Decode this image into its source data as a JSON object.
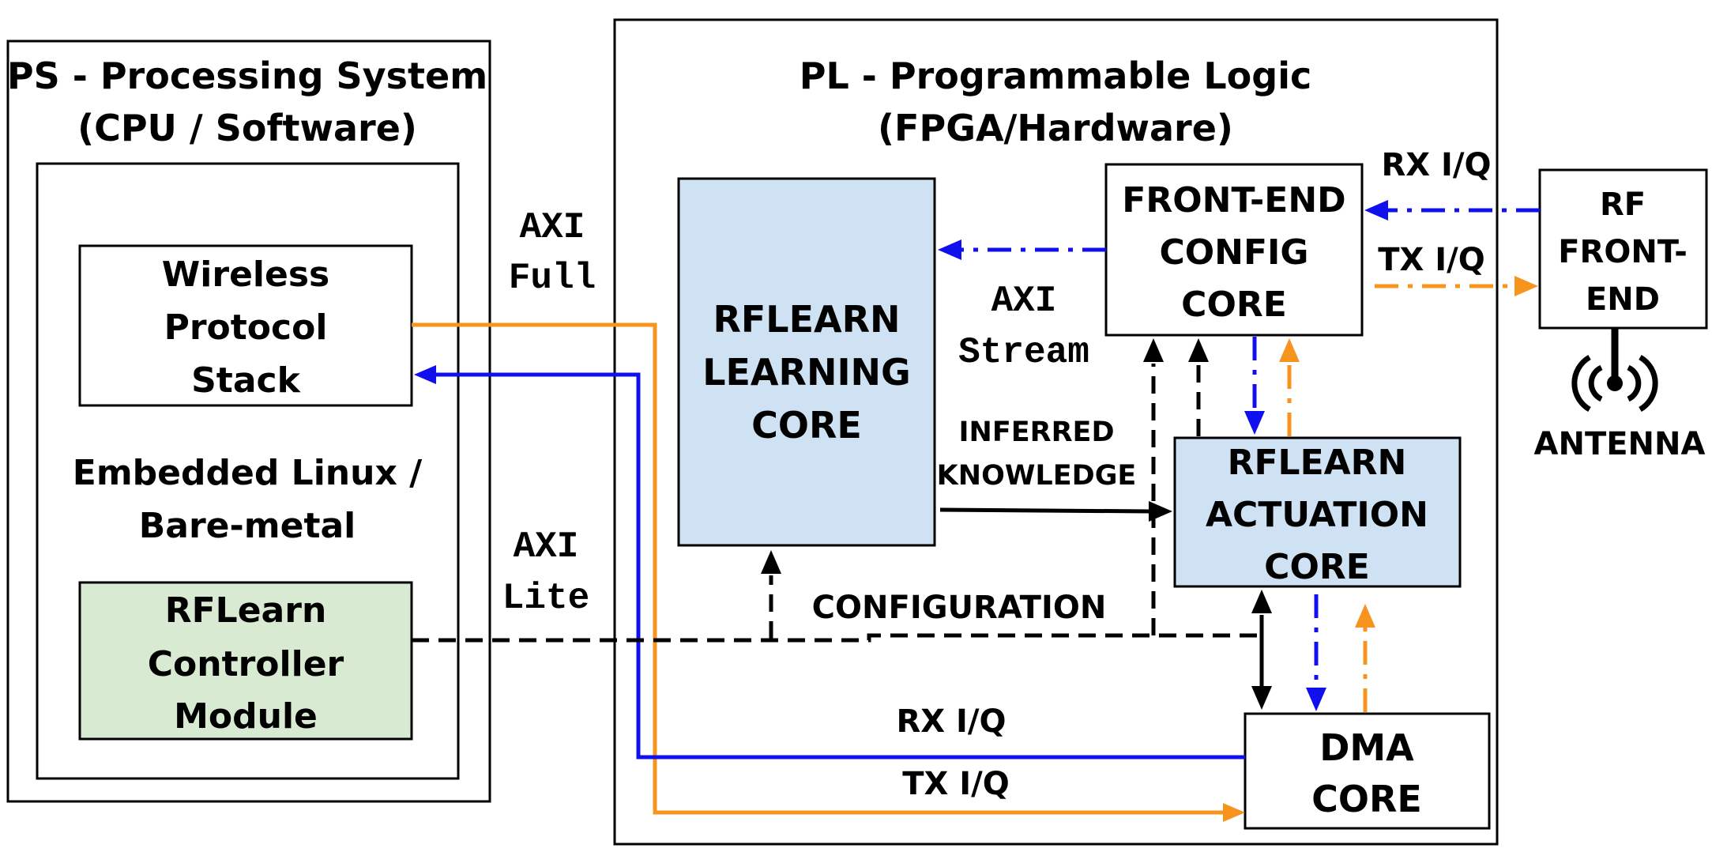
{
  "ps": {
    "title_line1": "PS - Processing System",
    "title_line2": "(CPU / Software)",
    "os_line1": "Embedded Linux /",
    "os_line2": "Bare-metal",
    "wireless_stack": [
      "Wireless",
      "Protocol",
      "Stack"
    ],
    "controller": [
      "RFLearn",
      "Controller",
      "Module"
    ]
  },
  "pl": {
    "title_line1": "PL - Programmable Logic",
    "title_line2": "(FPGA/Hardware)",
    "learning_core": [
      "RFLEARN",
      "LEARNING",
      "CORE"
    ],
    "frontend_config": [
      "FRONT-END",
      "CONFIG",
      "CORE"
    ],
    "actuation_core": [
      "RFLEARN",
      "ACTUATION",
      "CORE"
    ],
    "dma_core": [
      "DMA",
      "CORE"
    ]
  },
  "rf_frontend": [
    "RF",
    "FRONT-",
    "END"
  ],
  "antenna_label": "ANTENNA",
  "labels": {
    "axi_full": [
      "AXI",
      "Full"
    ],
    "axi_lite": [
      "AXI",
      "Lite"
    ],
    "axi_stream": [
      "AXI",
      "Stream"
    ],
    "inferred": [
      "INFERRED",
      "KNOWLEDGE"
    ],
    "configuration": "CONFIGURATION",
    "rx_iq_top": "RX I/Q",
    "tx_iq_top": "TX I/Q",
    "rx_iq_bottom": "RX I/Q",
    "tx_iq_bottom": "TX I/Q"
  },
  "colors": {
    "blue": "#1010ee",
    "orange": "#f7941d",
    "light_blue": "#cfe2f3",
    "light_green": "#d9ead3"
  }
}
